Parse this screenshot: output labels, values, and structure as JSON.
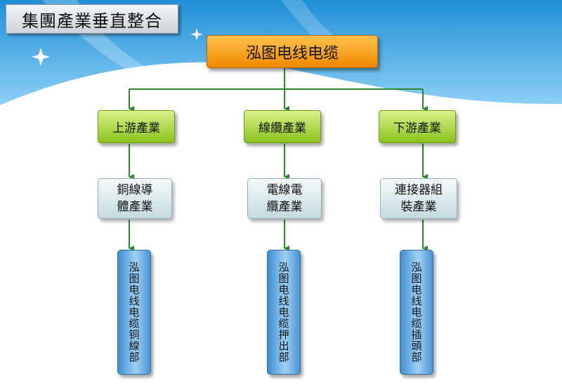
{
  "title": "集團產業垂直整合",
  "root": "泓图电线电缆",
  "columns": [
    {
      "category": "上游產業",
      "line1": "銅線導",
      "line2": "體產業",
      "division": "泓图电线电缆铜線部"
    },
    {
      "category": "線纜產業",
      "line1": "電線電",
      "line2": "纜產業",
      "division": "泓图电线电缆押出部"
    },
    {
      "category": "下游產業",
      "line1": "連接器組",
      "line2": "裝產業",
      "division": "泓图电线电缆插頭部"
    }
  ],
  "colors": {
    "root": "#f5a000",
    "category": "#9ccc2a",
    "industry": "#d9e9ec",
    "division": "#5aa7e4",
    "connector": "#2a8a2a"
  }
}
